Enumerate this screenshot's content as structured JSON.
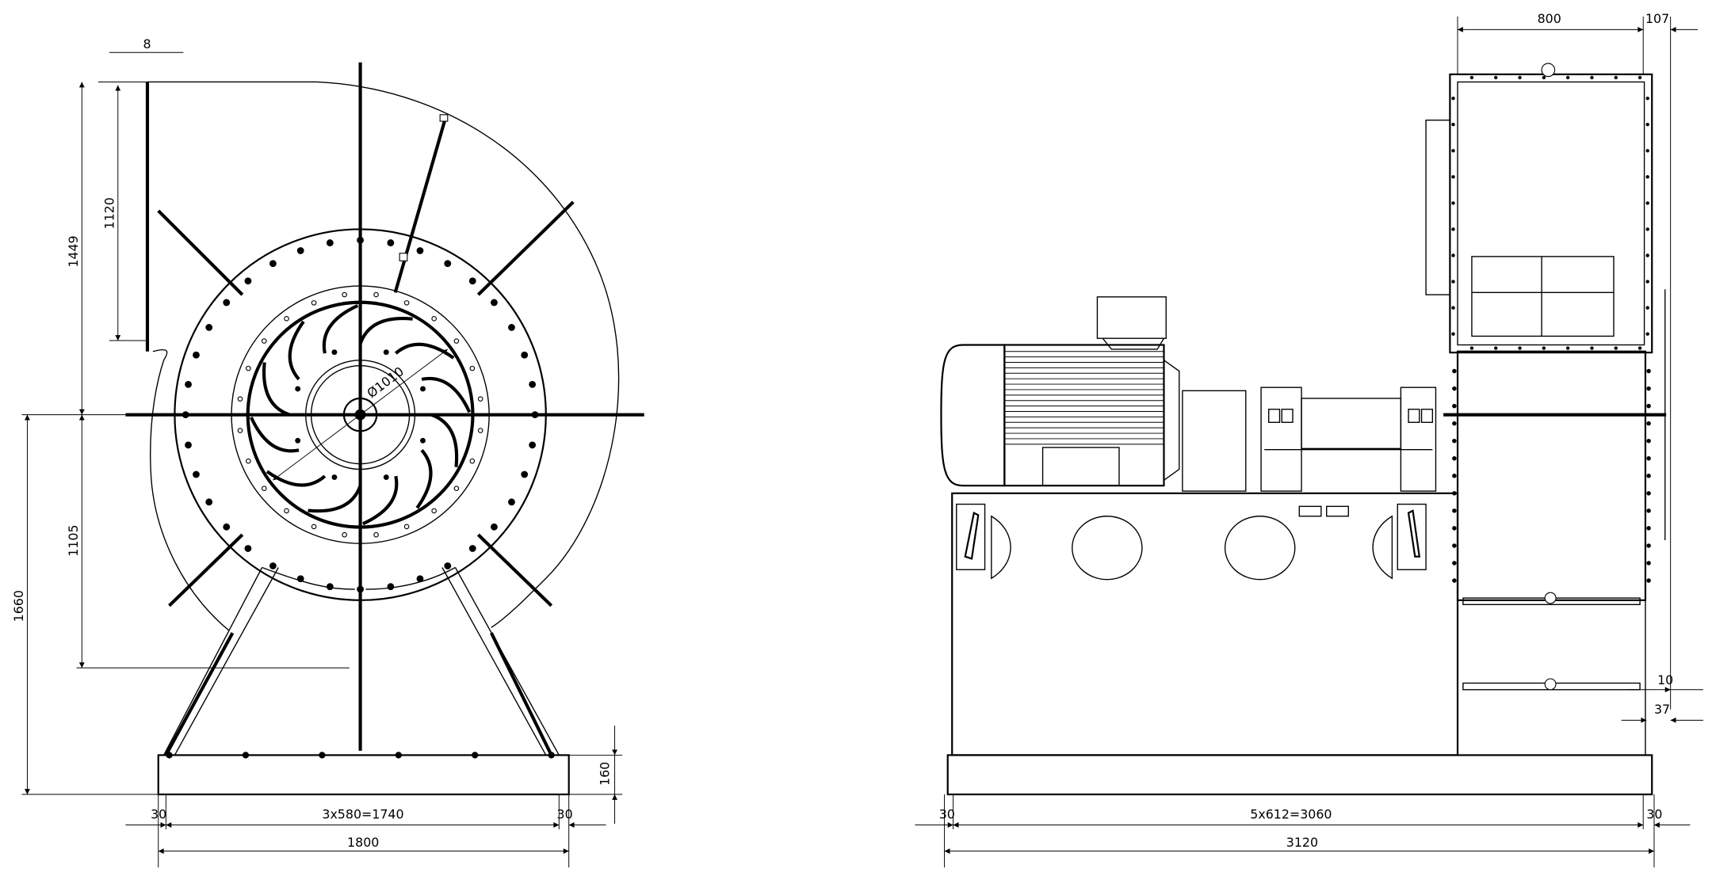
{
  "drawing": {
    "front_view": {
      "dimensions": {
        "plate_thickness": "8",
        "outlet_height_total": "1449",
        "outlet_opening": "1120",
        "shaft_to_lower": "1105",
        "shaft_height": "1660",
        "base_height": "160",
        "edge_left": "30",
        "bolt_spacing": "3x580=1740",
        "edge_right": "30",
        "base_width": "1800",
        "impeller_diameter": "Ø1010"
      }
    },
    "side_view": {
      "dimensions": {
        "inlet_width": "800",
        "flange_offset": "107",
        "gap_small": "10",
        "gap_foot": "37",
        "edge_left": "30",
        "bolt_spacing": "5x612=3060",
        "edge_right": "30",
        "base_length": "3120"
      }
    }
  }
}
